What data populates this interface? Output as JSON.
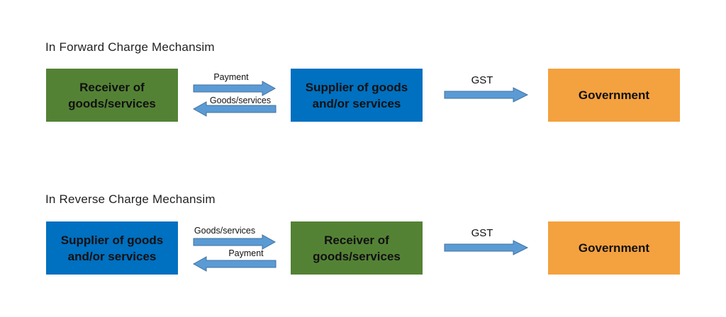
{
  "colors": {
    "green": "#548235",
    "blue": "#0070c0",
    "orange": "#f4a13f",
    "arrow_fill": "#5b9bd5",
    "arrow_stroke": "#41719c"
  },
  "forward": {
    "heading": "In Forward Charge Mechansim",
    "left_box": "Receiver of\ngoods/services",
    "middle_box": "Supplier of goods\nand/or services",
    "right_box": "Government",
    "top_arrow_label": "Payment",
    "bottom_arrow_label": "Goods/services",
    "gst_label": "GST"
  },
  "reverse": {
    "heading": "In Reverse Charge Mechansim",
    "left_box": "Supplier of goods\nand/or services",
    "middle_box": "Receiver of\ngoods/services",
    "right_box": "Government",
    "top_arrow_label": "Goods/services",
    "bottom_arrow_label": "Payment",
    "gst_label": "GST"
  }
}
